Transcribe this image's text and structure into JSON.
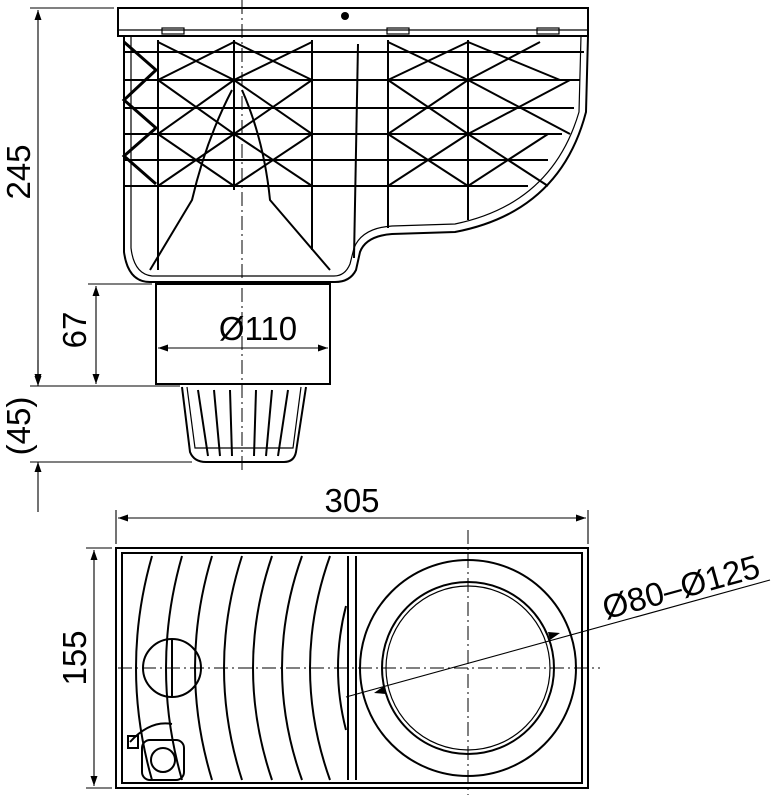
{
  "dimensions": {
    "height_total": "245",
    "outlet_height": "67",
    "strainer_height": "(45)",
    "outlet_diameter": "Ø110",
    "width": "305",
    "depth": "155",
    "inlet_diameter_range": "Ø80–Ø125"
  }
}
